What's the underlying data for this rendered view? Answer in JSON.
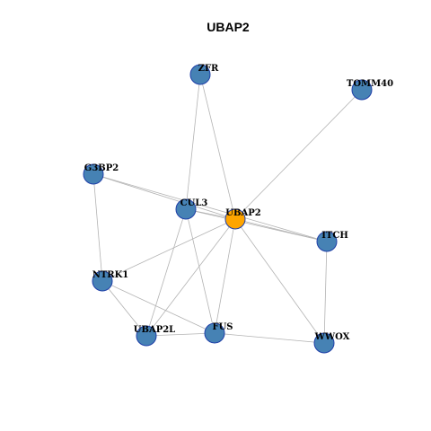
{
  "title": "UBAP2",
  "colors": {
    "node_default": "#4682b4",
    "node_highlight": "#ffa500",
    "node_border": "#1f3fa8",
    "edge": "#b3b3b3"
  },
  "nodes": [
    {
      "id": "ZFR",
      "label": "ZFR",
      "highlight": false
    },
    {
      "id": "TOMM40",
      "label": "TOMM40",
      "highlight": false
    },
    {
      "id": "G3BP2",
      "label": "G3BP2",
      "highlight": false
    },
    {
      "id": "CUL3",
      "label": "CUL3",
      "highlight": false
    },
    {
      "id": "UBAP2",
      "label": "UBAP2",
      "highlight": true
    },
    {
      "id": "ITCH",
      "label": "ITCH",
      "highlight": false
    },
    {
      "id": "NTRK1",
      "label": "NTRK1",
      "highlight": false
    },
    {
      "id": "UBAP2L",
      "label": "UBAP2L",
      "highlight": false
    },
    {
      "id": "FUS",
      "label": "FUS",
      "highlight": false
    },
    {
      "id": "WWOX",
      "label": "WWOX",
      "highlight": false
    }
  ],
  "edges": [
    [
      "ZFR",
      "UBAP2"
    ],
    [
      "ZFR",
      "CUL3"
    ],
    [
      "TOMM40",
      "UBAP2"
    ],
    [
      "G3BP2",
      "UBAP2"
    ],
    [
      "G3BP2",
      "ITCH"
    ],
    [
      "G3BP2",
      "NTRK1"
    ],
    [
      "CUL3",
      "UBAP2"
    ],
    [
      "CUL3",
      "ITCH"
    ],
    [
      "CUL3",
      "UBAP2L"
    ],
    [
      "CUL3",
      "FUS"
    ],
    [
      "UBAP2",
      "ITCH"
    ],
    [
      "UBAP2",
      "NTRK1"
    ],
    [
      "UBAP2",
      "UBAP2L"
    ],
    [
      "UBAP2",
      "FUS"
    ],
    [
      "UBAP2",
      "WWOX"
    ],
    [
      "ITCH",
      "WWOX"
    ],
    [
      "NTRK1",
      "UBAP2L"
    ],
    [
      "NTRK1",
      "FUS"
    ],
    [
      "UBAP2L",
      "FUS"
    ],
    [
      "FUS",
      "WWOX"
    ]
  ]
}
